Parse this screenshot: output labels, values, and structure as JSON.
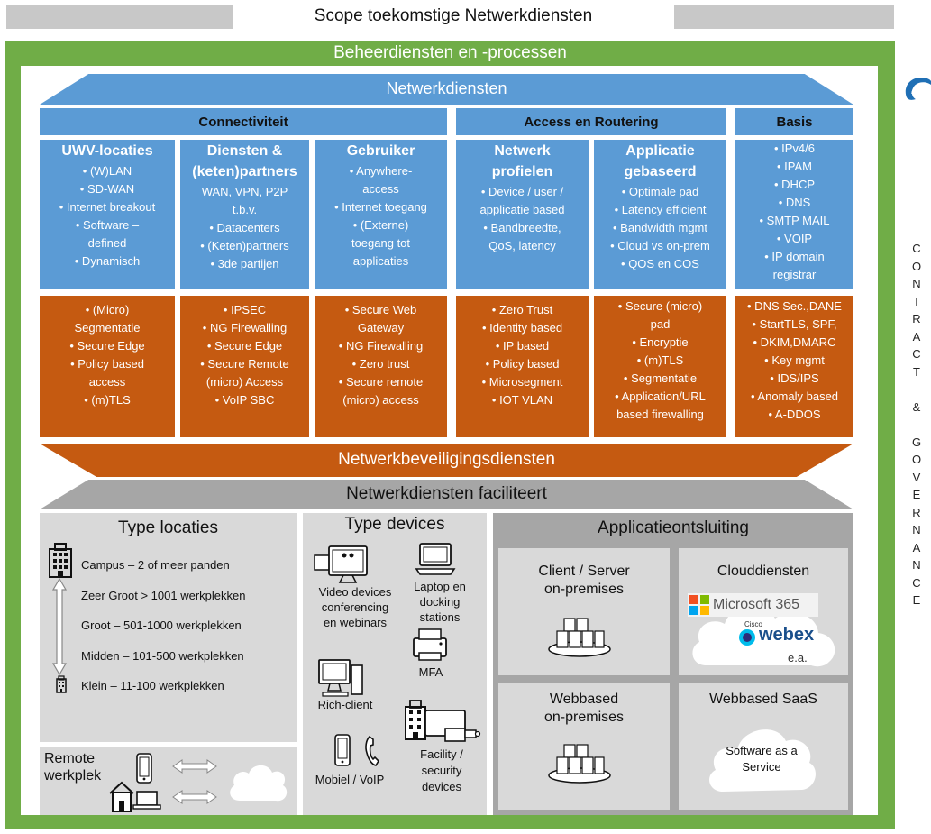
{
  "header": {
    "title": "Scope toekomstige Netwerkdiensten"
  },
  "layers": {
    "beheer": "Beheerdiensten en -processen",
    "netwerkdiensten": "Netwerkdiensten",
    "beveiliging": "Netwerkbeveiligingsdiensten",
    "faciliteert": "Netwerkdiensten faciliteert"
  },
  "categories": {
    "connectiviteit": "Connectiviteit",
    "access": "Access en Routering",
    "basis": "Basis"
  },
  "columns": [
    {
      "title": [
        "UWV-locaties"
      ],
      "items": [
        "• (W)LAN",
        "• SD-WAN",
        "• Internet breakout",
        "• Software –",
        "defined",
        "• Dynamisch"
      ],
      "security": [
        "• (Micro)",
        "Segmentatie",
        "• Secure Edge",
        "• Policy based",
        "access",
        "• (m)TLS"
      ]
    },
    {
      "title": [
        "Diensten &",
        "(keten)partners"
      ],
      "items": [
        "WAN, VPN, P2P",
        "t.b.v.",
        "• Datacenters",
        "• (Keten)partners",
        "• 3de partijen"
      ],
      "security": [
        "• IPSEC",
        "• NG Firewalling",
        "• Secure Edge",
        "• Secure Remote",
        "(micro) Access",
        "• VoIP SBC"
      ]
    },
    {
      "title": [
        "Gebruiker"
      ],
      "items": [
        "• Anywhere-",
        "access",
        "• Internet toegang",
        "• (Externe)",
        "toegang tot",
        "applicaties"
      ],
      "security": [
        "• Secure Web",
        "Gateway",
        "• NG Firewalling",
        "• Zero trust",
        "• Secure remote",
        "(micro) access"
      ]
    },
    {
      "title": [
        "Netwerk",
        "profielen"
      ],
      "items": [
        "• Device / user  /",
        "applicatie based",
        "• Bandbreedte,",
        "QoS, latency"
      ],
      "security": [
        "• Zero Trust",
        "• Identity based",
        "• IP based",
        "• Policy based",
        "• Microsegment",
        "• IOT VLAN"
      ]
    },
    {
      "title": [
        "Applicatie",
        "gebaseerd"
      ],
      "items": [
        "• Optimale pad",
        "• Latency efficient",
        "• Bandwidth mgmt",
        "• Cloud vs on-prem",
        "• QOS en COS"
      ],
      "security": [
        "• Secure (micro)",
        "pad",
        "• Encryptie",
        "• (m)TLS",
        "• Segmentatie",
        "• Application/URL",
        "based firewalling"
      ]
    },
    {
      "title": [],
      "items": [
        "• IPv4/6",
        "• IPAM",
        "• DHCP",
        "• DNS",
        "• SMTP MAIL",
        "• VOIP",
        "• IP domain",
        "registrar"
      ],
      "security": [
        "• DNS Sec.,DANE",
        "• StartTLS, SPF,",
        "• DKIM,DMARC",
        "• Key mgmt",
        "• IDS/IPS",
        "• Anomaly based",
        "• A-DDOS"
      ]
    }
  ],
  "locaties": {
    "title": "Type locaties",
    "items": [
      "Campus – 2 of meer panden",
      "Zeer Groot  > 1001 werkplekken",
      "Groot – 501-1000 werkplekken",
      "Midden – 101-500 werkplekken",
      "Klein – 11-100 werkplekken"
    ]
  },
  "remote": {
    "title_1": "Remote",
    "title_2": "werkplek"
  },
  "devices": {
    "title": "Type devices",
    "video": [
      "Video devices",
      "conferencing",
      "en webinars"
    ],
    "laptop": [
      "Laptop en",
      "docking",
      "stations"
    ],
    "mfa": "MFA",
    "rich": "Rich-client",
    "mobiel": "Mobiel / VoIP",
    "facility": [
      "Facility /",
      "security",
      "devices"
    ]
  },
  "apps": {
    "title": "Applicatieontsluiting",
    "client_server": [
      "Client / Server",
      "on-premises"
    ],
    "cloud": "Clouddiensten",
    "ms365": "Microsoft 365",
    "cisco": "Cisco",
    "webex": "webex",
    "ea": "e.a.",
    "webbased": [
      "Webbased",
      "on-premises"
    ],
    "saas_title": "Webbased SaaS",
    "saas_cloud": [
      "Software as a",
      "Service"
    ]
  },
  "governance": {
    "letters": [
      "C",
      "O",
      "N",
      "T",
      "R",
      "A",
      "C",
      "T",
      "",
      "&",
      "",
      "G",
      "O",
      "V",
      "E",
      "R",
      "N",
      "A",
      "N",
      "C",
      "E"
    ]
  },
  "colors": {
    "green": "#70ad47",
    "blue": "#5b9bd5",
    "orange": "#c55a11",
    "grey": "#a6a6a6",
    "lightgrey": "#d9d9d9"
  }
}
